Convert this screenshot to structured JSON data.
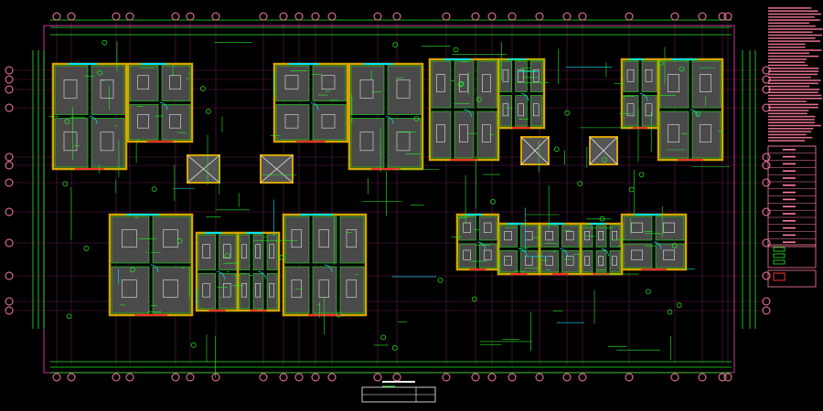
{
  "drawing": {
    "type": "CAD floor plan",
    "background": "#000000",
    "colors": {
      "wall": "#d8a400",
      "green": "#22ee22",
      "cyan": "#00e5ff",
      "magenta": "#ff3fc8",
      "red": "#ff3030",
      "pink": "#ff7fa0",
      "white": "#ffffff",
      "room_fill": "#4a4a4a"
    },
    "top_axis_count": 26,
    "left_axis_count": 12
  }
}
